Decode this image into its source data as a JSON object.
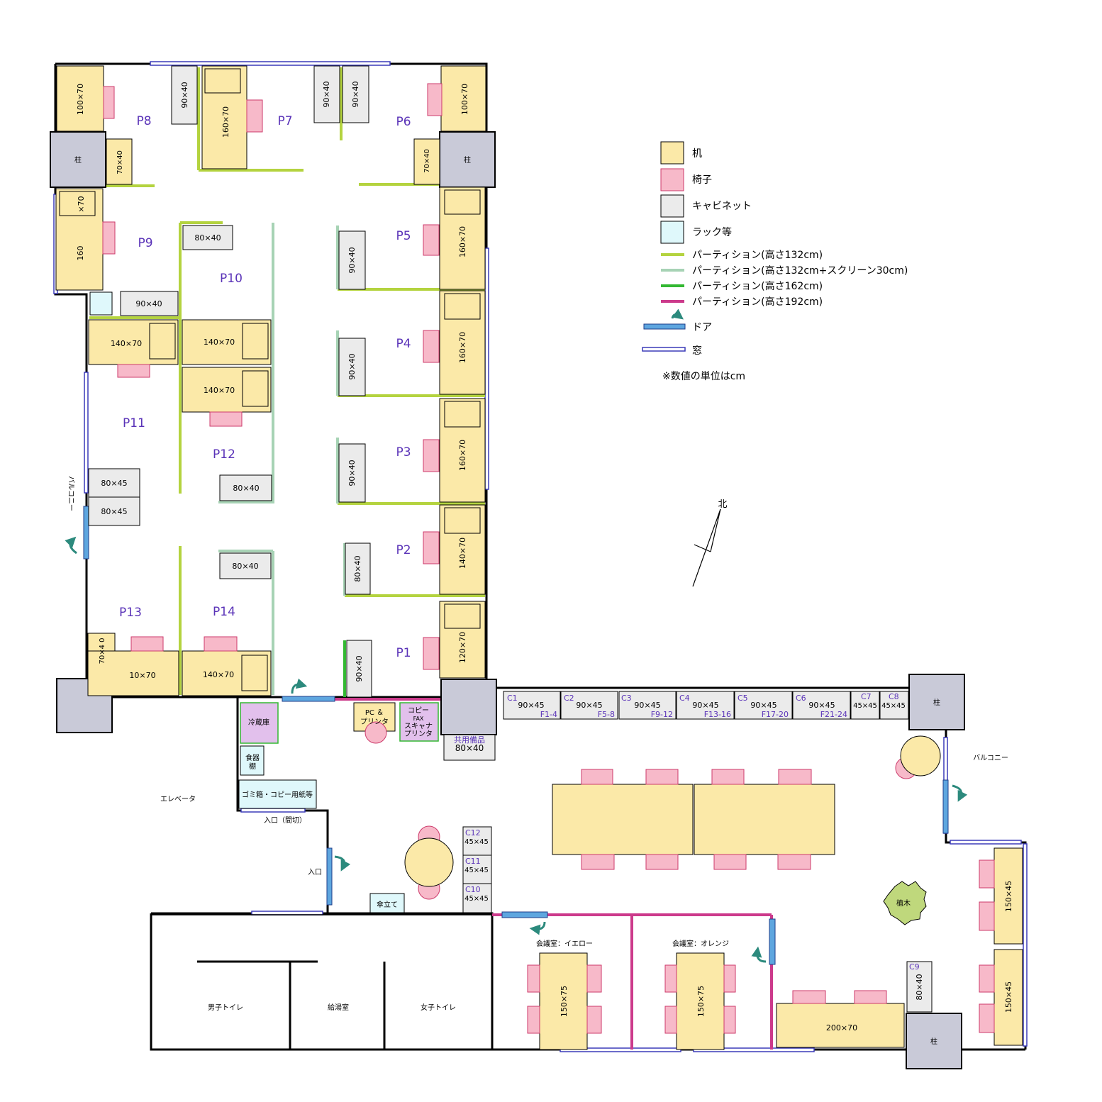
{
  "colors": {
    "desk": "#fbe9a8",
    "chair": "#f7b9c9",
    "cabinet": "#ebebeb",
    "rack": "#dff8fb",
    "pillar": "#c9cad8",
    "partition132": "#b4d33f",
    "partition132screen": "#a7d3b5",
    "partition162": "#33b832",
    "partition192": "#cc3a8b",
    "door": "#5ea6df",
    "window": "#3a3ab8",
    "fridge": "#e2c0ec",
    "copier": "#e2c0ec",
    "tree": "#bfd87c",
    "arrow": "#2c8a7d"
  },
  "rooms": {
    "p1": "P1",
    "p2": "P2",
    "p3": "P3",
    "p4": "P4",
    "p5": "P5",
    "p6": "P6",
    "p7": "P7",
    "p8": "P8",
    "p9": "P9",
    "p10": "P10",
    "p11": "P11",
    "p12": "P12",
    "p13": "P13",
    "p14": "P14"
  },
  "desks": {
    "d100x70": "100×70",
    "d160x70": "160×70",
    "d70x40": "70×40",
    "dx70": "×70",
    "d160": "160",
    "d140x70": "140×70",
    "d120x70": "120×70",
    "d10x70": "10×70",
    "d70x40b": "70×4 0",
    "d150x75": "150×75",
    "d150x45": "150×45",
    "d200x70": "200×70"
  },
  "cabinets": {
    "c90x40": "90×40",
    "c80x40": "80×40",
    "c80x45": "80×45",
    "c90x45": "90×45",
    "c45x45": "45×45",
    "shared_title": "共用備品",
    "shared_size": "80×40"
  },
  "cabinet_codes": {
    "c1": "C1",
    "c2": "C2",
    "c3": "C3",
    "c4": "C4",
    "c5": "C5",
    "c6": "C6",
    "c7": "C7",
    "c8": "C8",
    "c9": "C9",
    "c10": "C10",
    "c11": "C11",
    "c12": "C12"
  },
  "file_ranges": {
    "f1": "F1-4",
    "f2": "F5-8",
    "f3": "F9-12",
    "f4": "F13-16",
    "f5": "F17-20",
    "f6": "F21-24"
  },
  "labels": {
    "pillar": "柱",
    "balcony": "バルコニー",
    "fridge": "冷蔵庫",
    "dish_1": "食器",
    "dish_2": "棚",
    "trash": "ゴミ箱・コピー用紙等",
    "entrance_partition": "入口（間切）",
    "entrance": "入口",
    "elevator": "エレベータ",
    "pc_1": "PC ＆",
    "pc_2": "プリンタ",
    "copy_1": "コピー",
    "copy_2": "FAX",
    "copy_3": "スキャナ",
    "copy_4": "プリンタ",
    "umbrella": "傘立て",
    "meeting_yellow": "会議室：イエロー",
    "meeting_orange": "会議室：オレンジ",
    "toilet_men": "男子トイレ",
    "kitchen": "給湯室",
    "toilet_women": "女子トイレ",
    "tree": "植木",
    "north": "北"
  },
  "legend": {
    "desk": "机",
    "chair": "椅子",
    "cabinet": "キャビネット",
    "rack": "ラック等",
    "p132": "パーティション(高さ132cm)",
    "p132s": "パーティション(高さ132cm+スクリーン30cm)",
    "p162": "パーティション(高さ162cm)",
    "p192": "パーティション(高さ192cm)",
    "door": "ドア",
    "window": "窓",
    "note": "※数値の単位はcm"
  }
}
